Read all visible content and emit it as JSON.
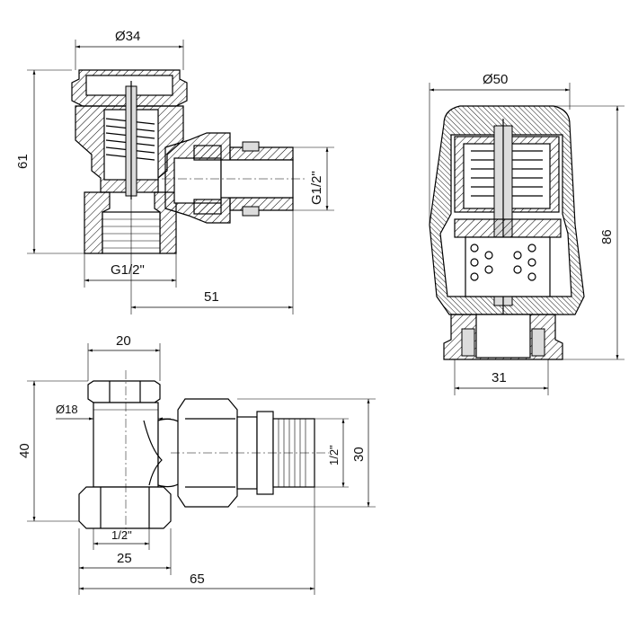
{
  "views": {
    "valve_section": {
      "dims": {
        "top_diameter": "Ø34",
        "height": "61",
        "inlet_thread": "G1/2\"",
        "outlet_thread": "G1/2\"",
        "length": "51"
      }
    },
    "thermo_head": {
      "dims": {
        "diameter": "Ø50",
        "height": "86",
        "base_width": "31"
      }
    },
    "valve_exterior": {
      "dims": {
        "cap_width": "20",
        "body_diameter": "Ø18",
        "height": "40",
        "bottom_thread": "1/2\"",
        "bottom_width": "25",
        "total_length": "65",
        "outlet_thread": "1/2\"",
        "outlet_height": "30"
      }
    }
  }
}
